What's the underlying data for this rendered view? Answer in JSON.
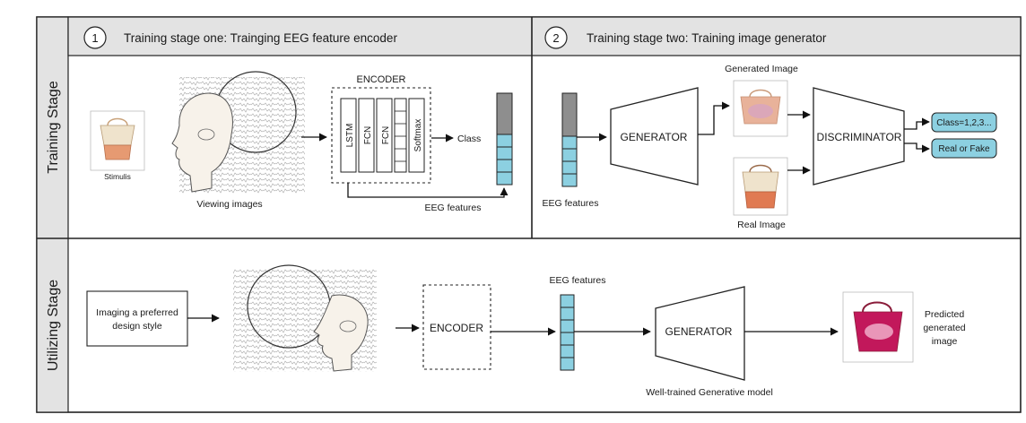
{
  "rows": {
    "training_stage_label": "Training Stage",
    "utilizing_stage_label": "Utilizing Stage"
  },
  "stage_one": {
    "number": "1",
    "title": "Training stage one: Trainging EEG feature encoder",
    "stimulus_label": "Stimulis",
    "viewing_label": "Viewing images",
    "encoder_title": "ENCODER",
    "layers": [
      "LSTM",
      "FCN",
      "FCN",
      "",
      "Softmax"
    ],
    "class_label": "Class",
    "eeg_features_label": "EEG features"
  },
  "stage_two": {
    "number": "2",
    "title": "Training stage two: Training image generator",
    "eeg_features_label": "EEG features",
    "generator_label": "GENERATOR",
    "generated_image_label": "Generated Image",
    "real_image_label": "Real Image",
    "discriminator_label": "DISCRIMINATOR",
    "class_output": "Class=1,2,3...",
    "real_fake_output": "Real or Fake"
  },
  "utilizing": {
    "imagining_label": "Imaging a preferred design style",
    "imagining_line1": "Imaging a preferred",
    "imagining_line2": "design style",
    "encoder_label": "ENCODER",
    "eeg_features_label": "EEG features",
    "generator_label": "GENERATOR",
    "model_caption": "Well-trained Generative model",
    "predicted_line1": "Predicted",
    "predicted_line2": "generated",
    "predicted_line3": "image"
  },
  "colors": {
    "header_fill": "#e3e3e3",
    "eeg_cell_fill": "#8cd0e1",
    "eeg_top_fill": "#8e8e8e",
    "output_fill": "#8cd0e1",
    "bag_beige": "#efe3cc",
    "bag_orange": "#e69a72",
    "predicted_magenta": "#c2185b"
  }
}
